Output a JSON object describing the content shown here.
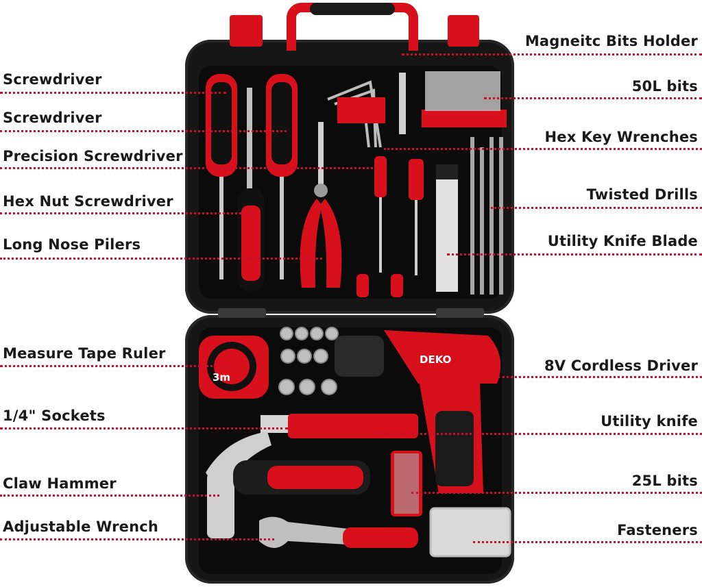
{
  "labels_left": [
    {
      "text": "Screwdriver"
    },
    {
      "text": "Screwdriver"
    },
    {
      "text": "Precision Screwdriver"
    },
    {
      "text": "Hex Nut Screwdriver"
    },
    {
      "text": "Long Nose Pilers"
    },
    {
      "text": "Measure Tape Ruler"
    },
    {
      "text": "1/4\" Sockets"
    },
    {
      "text": "Claw Hammer"
    },
    {
      "text": "Adjustable Wrench"
    }
  ],
  "labels_right": [
    {
      "text": "Magneitc Bits Holder"
    },
    {
      "text": "50L bits"
    },
    {
      "text": "Hex Key Wrenches"
    },
    {
      "text": "Twisted Drills"
    },
    {
      "text": "Utility Knife Blade"
    },
    {
      "text": "8V Cordless Driver"
    },
    {
      "text": "Utility knife"
    },
    {
      "text": "25L bits"
    },
    {
      "text": "Fasteners"
    }
  ],
  "product_marks": {
    "brand": "DEKO",
    "tape_measure_size": "3m"
  },
  "colors": {
    "accent_red": "#d8101c",
    "leader_dots": "#c8102e",
    "case_black": "#161616"
  }
}
